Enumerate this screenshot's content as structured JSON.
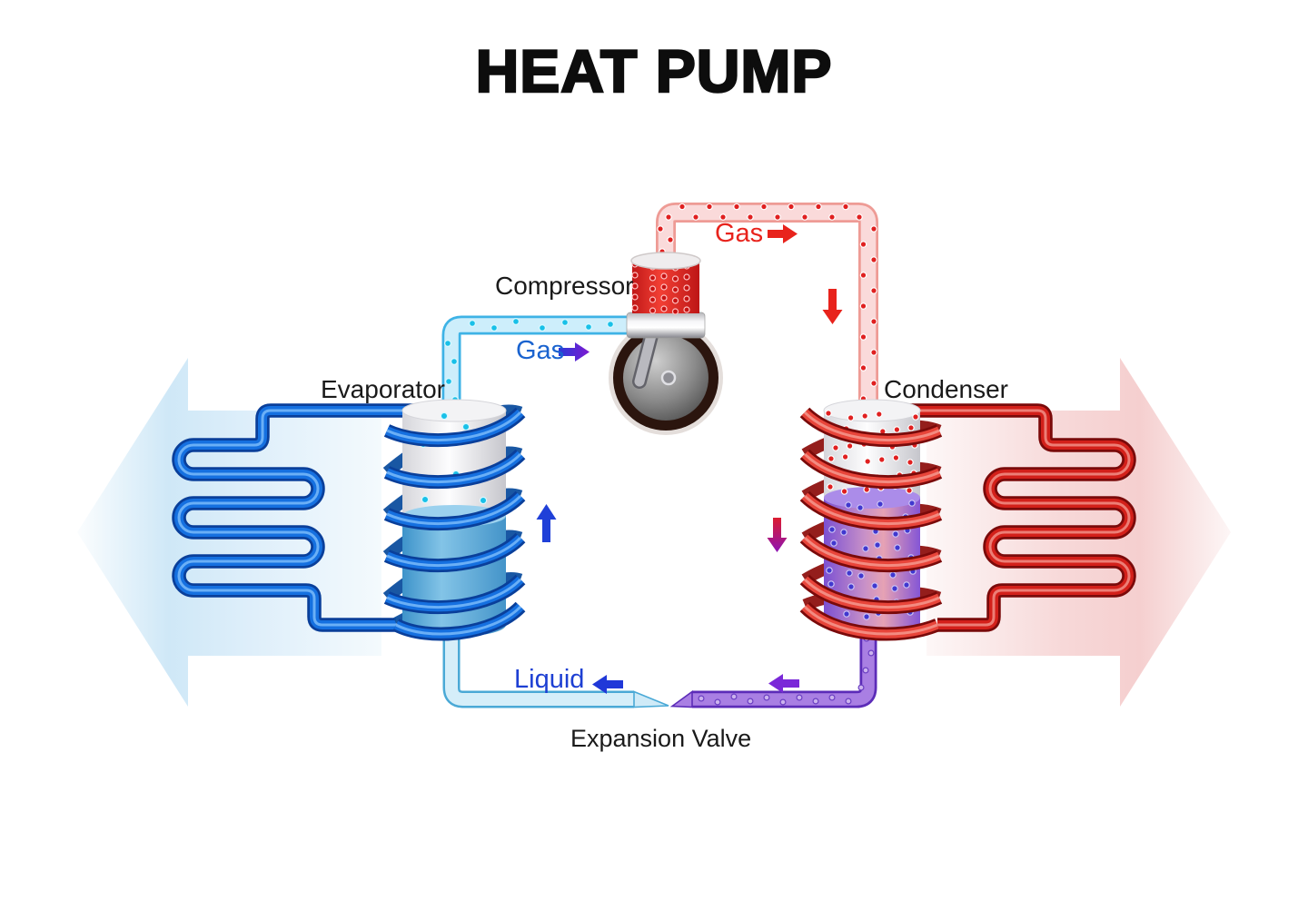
{
  "title": "HEAT PUMP",
  "labels": {
    "compressor": "Compressor",
    "evaporator": "Evaporator",
    "condenser": "Condenser",
    "expansion_valve": "Expansion Valve",
    "gas_discharge": "Gas",
    "gas_suction": "Gas",
    "liquid": "Liquid"
  },
  "flows": {
    "discharge_gas": {
      "label": "Gas",
      "direction": "right",
      "label_color": "#e8231c"
    },
    "suction_gas": {
      "label": "Gas",
      "direction": "right",
      "label_color": "#1a63cf"
    },
    "liquid_line": {
      "label": "Liquid",
      "direction": "left",
      "label_color": "#1d3fd3"
    },
    "discharge_drop": {
      "direction": "down"
    },
    "condenser_internal": {
      "direction": "down"
    },
    "evaporator_internal": {
      "direction": "up"
    },
    "expansion_inlet": {
      "direction": "left"
    }
  },
  "colors": {
    "cold_coil": "#1570e0",
    "hot_coil": "#d3201a",
    "cold_arrow_fill": "#cfe8f7",
    "hot_arrow_fill": "#f5cfcf",
    "suction_pipe": "#cdeefb",
    "discharge_pipe": "#fadada",
    "liquid_pipe": "#cfeaf7",
    "expansion_pipe": "#a97fe3",
    "evaporator_liquid": "#6db4e0",
    "condenser_liquid_purple": "#8a5ad8",
    "compressor_gas": "#e83028"
  }
}
